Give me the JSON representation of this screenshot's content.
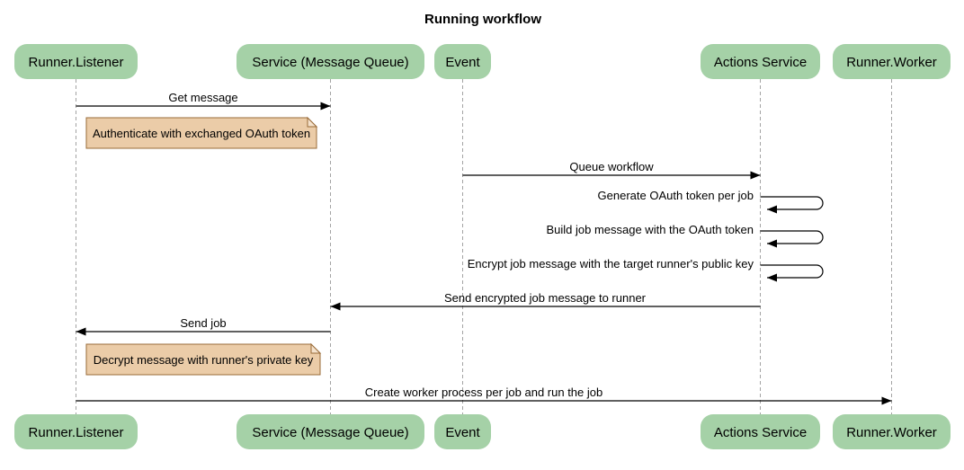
{
  "diagram": {
    "type": "sequence-diagram",
    "title": "Running workflow"
  },
  "colors": {
    "background": "#FFFFFF",
    "actor_fill": "#A5D1A7",
    "actor_text": "#000000",
    "note_fill": "#EBCCA8",
    "note_border": "#9A6B38",
    "note_fold": "#F4E2CC",
    "lifeline": "#A3A3A3",
    "arrow": "#000000",
    "text": "#000000"
  },
  "actors": [
    {
      "label": "Runner.Listener"
    },
    {
      "label": "Service (Message Queue)"
    },
    {
      "label": "Event"
    },
    {
      "label": "Actions Service"
    },
    {
      "label": "Runner.Worker"
    }
  ],
  "messages": {
    "get_message": {
      "label": "Get message",
      "from": "Runner.Listener",
      "to": "Service (Message Queue)"
    },
    "queue_workflow": {
      "label": "Queue workflow",
      "from": "Event",
      "to": "Actions Service"
    },
    "generate_oauth": {
      "label": "Generate OAuth token per job",
      "from": "Actions Service",
      "to": "Actions Service"
    },
    "build_job": {
      "label": "Build job message with the OAuth token",
      "from": "Actions Service",
      "to": "Actions Service"
    },
    "encrypt_job": {
      "label": "Encrypt job message with the target runner's public key",
      "from": "Actions Service",
      "to": "Actions Service"
    },
    "send_encrypted": {
      "label": "Send encrypted job message to runner",
      "from": "Actions Service",
      "to": "Service (Message Queue)"
    },
    "send_job": {
      "label": "Send job",
      "from": "Service (Message Queue)",
      "to": "Runner.Listener"
    },
    "create_worker": {
      "label": "Create worker process per job and run the job",
      "from": "Runner.Listener",
      "to": "Runner.Worker"
    }
  },
  "notes": {
    "authenticate": {
      "label": "Authenticate with exchanged OAuth token",
      "over": "Runner.Listener"
    },
    "decrypt": {
      "label": "Decrypt message with runner's private key",
      "over": "Runner.Listener"
    }
  }
}
